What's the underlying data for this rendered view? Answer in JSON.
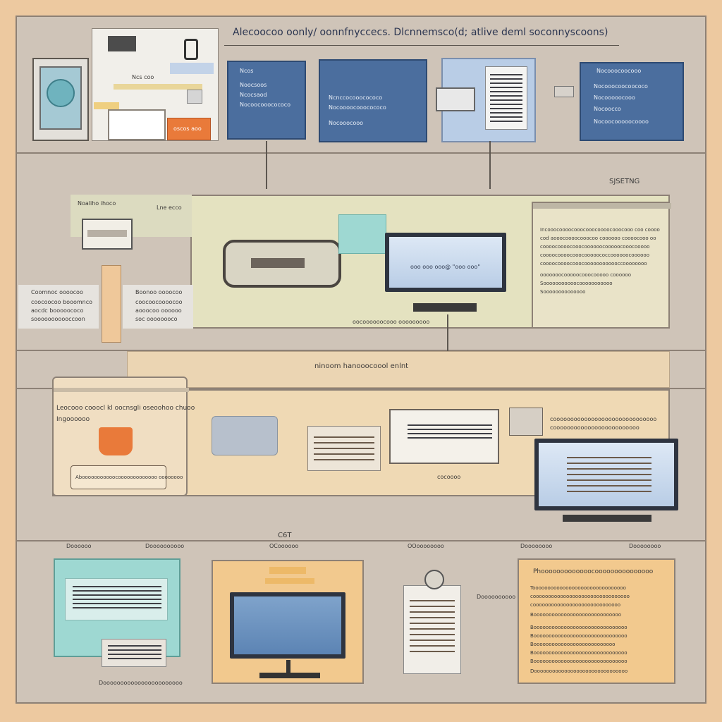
{
  "colors": {
    "outer_bg": "#EDC9A0",
    "panel_blue": "#4B6E9E",
    "accent_orange": "#E97A3A",
    "accent_teal": "#9ED8D2"
  },
  "header": {
    "title": "Alecoocoo oonly/ oonnfnyccecs. Dlcnnemsco(d; atlive deml soconnyscoons)"
  },
  "top_row": {
    "panel1": {
      "lines": [
        "Ncs coo"
      ],
      "button": "oscos aoo"
    },
    "panel2": {
      "lines": [
        "Ncos",
        "Noocsoos",
        "Ncocsaod",
        "Nocoocooocococo"
      ]
    },
    "panel3": {
      "lines": [
        "Ncnccocooocococo",
        "Nocoooocooocococo",
        "Nocooocooo"
      ]
    },
    "panel5": {
      "lines": [
        "Nocooocoocooo",
        "Nocooocoocoococo",
        "Nocooooocooo",
        "Nocoocco",
        "Nocoocooooocoooo"
      ]
    }
  },
  "middle": {
    "label_right": "SJSETNG",
    "label_left_top": "Noaliho ihoco",
    "label_left_small": "Lne ecco",
    "left_text_a": [
      "Coomnoc oooocoo",
      "coocoocoo booomnco",
      "aocdc booooococo",
      "sooooooooooccoon"
    ],
    "left_text_b": [
      "Boonoo oooocoo",
      "coocoocoooocoo",
      "aooocoo oooooo",
      "soc oooooooco"
    ],
    "screen_text": "ooo ooo ooo@ \"ooo ooo\"",
    "right_text": [
      "Incooocoooocooocooocoooocooocooo coo coooo",
      "cod aooocoooocooocoo coooooo coooocooo oo",
      "coooocoooocooocoooooocooooocooocooooo",
      "coooocoooocooocooooococcoooooocoooooo",
      "coooocoooocooocoooooooooooccoooooooo",
      "ooooooocooooocooocooooo coooooo",
      "Sooooooooooocooooooooooo",
      "Soooooooooooooo"
    ],
    "under_label": "oocoooooocooo  ooooooooo"
  },
  "band3": {
    "label": "ninoom hanooocoool enlnt",
    "heading": "Leocooo cooocl kl oocnsgli oseoohoo chuoo",
    "subheading": "Ingoooooo",
    "box_text": "Abooooooooooocooooooooooooo oooooooo",
    "right_text_1": "coooooooooooooooooooooooooooooo",
    "right_text_2": "cooooooooooooooooooooooooo",
    "under_label": "cocoooo"
  },
  "bottom": {
    "center_label": "C6T",
    "labels": [
      "Doooooo",
      "Doooooooooo",
      "OCoooooo",
      "OOoooooooo",
      "Doooooooo",
      "Doooooooo"
    ],
    "card_title": "Phooooooooooooocooooooooooooooo",
    "card_lines": [
      "Tooooooooooooooooooooooooooooooo",
      "coooooooooooooooooooooooooooooooo",
      "cooooooooooooooooooooooooooooo",
      "Booooooooooooooooooooooooooooo",
      "Booooooooooooooooooooooooooooooo",
      "Booooooooooooooooooooooooooooooo",
      "Booooooooooooooooooooooooooo",
      "Booooooooooooooooooooooooooooooo",
      "Booooooooooooooooooooooooooooooo",
      "Dooooooooooooooooooooooooooooooo"
    ],
    "caption_left": "Dooooooooooooooooooooooo",
    "caption_mid": "Doooooooooo"
  }
}
